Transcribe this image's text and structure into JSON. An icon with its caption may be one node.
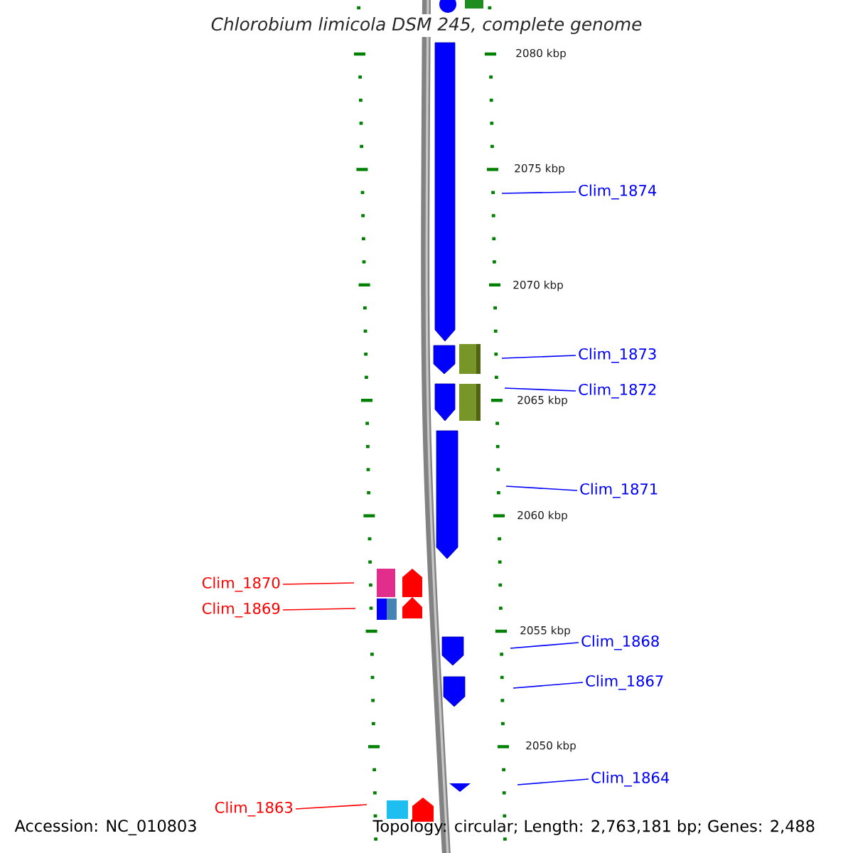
{
  "diagram": {
    "title": "Chlorobium limicola DSM 245, complete genome",
    "nodes": [
      {
        "text": [
          "Clim_1874"
        ]
      },
      {
        "text": [
          "Clim_1873"
        ]
      },
      {
        "text": [
          "Clim_1872"
        ]
      },
      {
        "text": [
          "Clim_1871"
        ]
      },
      {
        "text": [
          "Clim_1870"
        ]
      },
      {
        "text": [
          "Clim_1869"
        ]
      },
      {
        "text": [
          "Clim_1868"
        ]
      },
      {
        "text": [
          "Clim_1867"
        ]
      },
      {
        "text": [
          "Clim_1864"
        ]
      },
      {
        "text": [
          "Clim_1863"
        ]
      }
    ],
    "edges": [
      {
        "from": 0,
        "to": null,
        "arrow": "none"
      },
      {
        "from": 1,
        "to": null,
        "arrow": "none"
      },
      {
        "from": 2,
        "to": null,
        "arrow": "none"
      },
      {
        "from": 3,
        "to": null,
        "arrow": "none"
      },
      {
        "from": 4,
        "to": null,
        "arrow": "none",
        "color": "#ff0000"
      },
      {
        "from": 5,
        "to": null,
        "arrow": "none",
        "color": "#ff0000"
      },
      {
        "from": 6,
        "to": null,
        "arrow": "none"
      },
      {
        "from": 7,
        "to": null,
        "arrow": "none"
      },
      {
        "from": 8,
        "to": null,
        "arrow": "none"
      },
      {
        "from": 9,
        "to": null,
        "arrow": "none",
        "color": "#ff0000"
      }
    ],
    "labels": [
      "2080 kbp",
      "2075 kbp",
      "2070 kbp",
      "2065 kbp",
      "2060 kbp",
      "2055 kbp",
      "2050 kbp",
      "Accession: NC_010803",
      "Topology: circular; Length: 2,763,181 bp; Genes: 2,488"
    ]
  }
}
